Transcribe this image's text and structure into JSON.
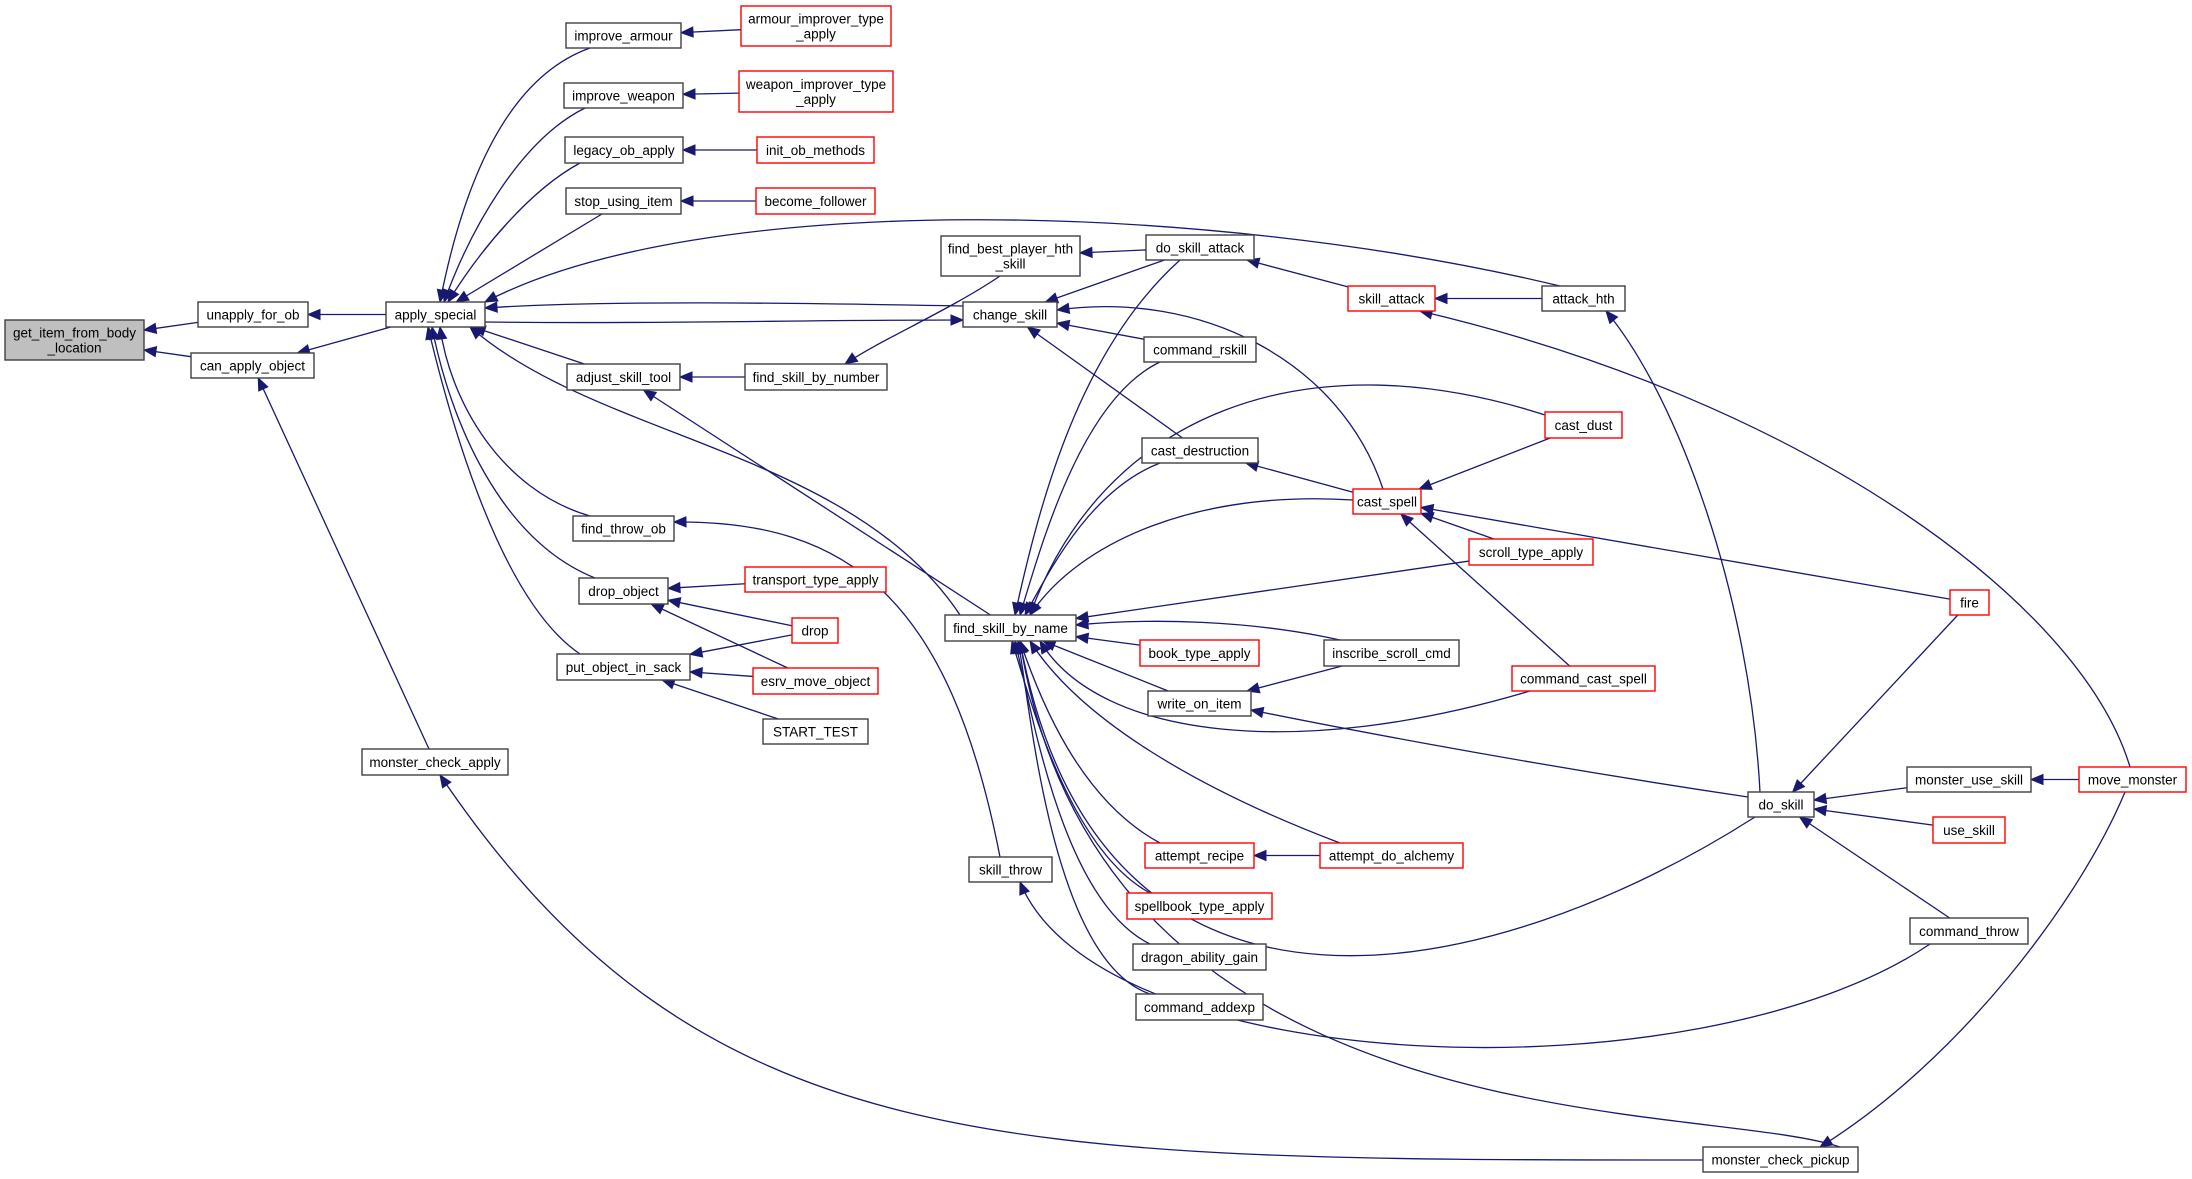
{
  "diagram": {
    "type": "call-graph",
    "colors": {
      "edge": "#191970",
      "node_border": "#404040",
      "truncated_border": "#ff0000",
      "root_fill": "#bfbfbf"
    },
    "nodes": [
      {
        "id": "get_item_from_body_location",
        "lines": [
          "get_item_from_body",
          "_location"
        ],
        "style": "root"
      },
      {
        "id": "unapply_for_ob",
        "lines": [
          "unapply_for_ob"
        ],
        "style": "normal"
      },
      {
        "id": "can_apply_object",
        "lines": [
          "can_apply_object"
        ],
        "style": "normal"
      },
      {
        "id": "apply_special",
        "lines": [
          "apply_special"
        ],
        "style": "normal"
      },
      {
        "id": "improve_armour",
        "lines": [
          "improve_armour"
        ],
        "style": "normal"
      },
      {
        "id": "improve_weapon",
        "lines": [
          "improve_weapon"
        ],
        "style": "normal"
      },
      {
        "id": "legacy_ob_apply",
        "lines": [
          "legacy_ob_apply"
        ],
        "style": "normal"
      },
      {
        "id": "stop_using_item",
        "lines": [
          "stop_using_item"
        ],
        "style": "normal"
      },
      {
        "id": "armour_improver_type_apply",
        "lines": [
          "armour_improver_type",
          "_apply"
        ],
        "style": "red"
      },
      {
        "id": "weapon_improver_type_apply",
        "lines": [
          "weapon_improver_type",
          "_apply"
        ],
        "style": "red"
      },
      {
        "id": "init_ob_methods",
        "lines": [
          "init_ob_methods"
        ],
        "style": "red"
      },
      {
        "id": "become_follower",
        "lines": [
          "become_follower"
        ],
        "style": "red"
      },
      {
        "id": "adjust_skill_tool",
        "lines": [
          "adjust_skill_tool"
        ],
        "style": "normal"
      },
      {
        "id": "find_skill_by_number",
        "lines": [
          "find_skill_by_number"
        ],
        "style": "normal"
      },
      {
        "id": "find_throw_ob",
        "lines": [
          "find_throw_ob"
        ],
        "style": "normal"
      },
      {
        "id": "drop_object",
        "lines": [
          "drop_object"
        ],
        "style": "normal"
      },
      {
        "id": "put_object_in_sack",
        "lines": [
          "put_object_in_sack"
        ],
        "style": "normal"
      },
      {
        "id": "transport_type_apply",
        "lines": [
          "transport_type_apply"
        ],
        "style": "red"
      },
      {
        "id": "drop",
        "lines": [
          "drop"
        ],
        "style": "red"
      },
      {
        "id": "esrv_move_object",
        "lines": [
          "esrv_move_object"
        ],
        "style": "red"
      },
      {
        "id": "START_TEST",
        "lines": [
          "START_TEST"
        ],
        "style": "normal"
      },
      {
        "id": "monster_check_apply",
        "lines": [
          "monster_check_apply"
        ],
        "style": "normal"
      },
      {
        "id": "find_best_player_hth_skill",
        "lines": [
          "find_best_player_hth",
          "_skill"
        ],
        "style": "normal"
      },
      {
        "id": "change_skill",
        "lines": [
          "change_skill"
        ],
        "style": "normal"
      },
      {
        "id": "do_skill_attack",
        "lines": [
          "do_skill_attack"
        ],
        "style": "normal"
      },
      {
        "id": "command_rskill",
        "lines": [
          "command_rskill"
        ],
        "style": "normal"
      },
      {
        "id": "cast_destruction",
        "lines": [
          "cast_destruction"
        ],
        "style": "normal"
      },
      {
        "id": "find_skill_by_name",
        "lines": [
          "find_skill_by_name"
        ],
        "style": "normal"
      },
      {
        "id": "skill_attack",
        "lines": [
          "skill_attack"
        ],
        "style": "red"
      },
      {
        "id": "attack_hth",
        "lines": [
          "attack_hth"
        ],
        "style": "normal"
      },
      {
        "id": "cast_dust",
        "lines": [
          "cast_dust"
        ],
        "style": "red"
      },
      {
        "id": "cast_spell",
        "lines": [
          "cast_spell"
        ],
        "style": "red"
      },
      {
        "id": "scroll_type_apply",
        "lines": [
          "scroll_type_apply"
        ],
        "style": "red"
      },
      {
        "id": "fire",
        "lines": [
          "fire"
        ],
        "style": "red"
      },
      {
        "id": "book_type_apply",
        "lines": [
          "book_type_apply"
        ],
        "style": "red"
      },
      {
        "id": "inscribe_scroll_cmd",
        "lines": [
          "inscribe_scroll_cmd"
        ],
        "style": "normal"
      },
      {
        "id": "write_on_item",
        "lines": [
          "write_on_item"
        ],
        "style": "normal"
      },
      {
        "id": "command_cast_spell",
        "lines": [
          "command_cast_spell"
        ],
        "style": "red"
      },
      {
        "id": "do_skill",
        "lines": [
          "do_skill"
        ],
        "style": "normal"
      },
      {
        "id": "monster_use_skill",
        "lines": [
          "monster_use_skill"
        ],
        "style": "normal"
      },
      {
        "id": "move_monster",
        "lines": [
          "move_monster"
        ],
        "style": "red"
      },
      {
        "id": "use_skill",
        "lines": [
          "use_skill"
        ],
        "style": "red"
      },
      {
        "id": "command_throw",
        "lines": [
          "command_throw"
        ],
        "style": "normal"
      },
      {
        "id": "attempt_recipe",
        "lines": [
          "attempt_recipe"
        ],
        "style": "red"
      },
      {
        "id": "attempt_do_alchemy",
        "lines": [
          "attempt_do_alchemy"
        ],
        "style": "red"
      },
      {
        "id": "spellbook_type_apply",
        "lines": [
          "spellbook_type_apply"
        ],
        "style": "red"
      },
      {
        "id": "dragon_ability_gain",
        "lines": [
          "dragon_ability_gain"
        ],
        "style": "normal"
      },
      {
        "id": "command_addexp",
        "lines": [
          "command_addexp"
        ],
        "style": "normal"
      },
      {
        "id": "skill_throw",
        "lines": [
          "skill_throw"
        ],
        "style": "normal"
      },
      {
        "id": "monster_check_pickup",
        "lines": [
          "monster_check_pickup"
        ],
        "style": "normal"
      }
    ],
    "edges": [
      {
        "from": "unapply_for_ob",
        "to": "get_item_from_body_location"
      },
      {
        "from": "can_apply_object",
        "to": "get_item_from_body_location"
      },
      {
        "from": "apply_special",
        "to": "unapply_for_ob"
      },
      {
        "from": "apply_special",
        "to": "can_apply_object"
      },
      {
        "from": "monster_check_apply",
        "to": "can_apply_object"
      },
      {
        "from": "improve_armour",
        "to": "apply_special"
      },
      {
        "from": "improve_weapon",
        "to": "apply_special"
      },
      {
        "from": "legacy_ob_apply",
        "to": "apply_special"
      },
      {
        "from": "stop_using_item",
        "to": "apply_special"
      },
      {
        "from": "attack_hth",
        "to": "apply_special"
      },
      {
        "from": "change_skill",
        "to": "apply_special"
      },
      {
        "from": "apply_special",
        "to": "change_skill"
      },
      {
        "from": "adjust_skill_tool",
        "to": "apply_special"
      },
      {
        "from": "find_skill_by_name",
        "to": "apply_special"
      },
      {
        "from": "find_throw_ob",
        "to": "apply_special"
      },
      {
        "from": "drop_object",
        "to": "apply_special"
      },
      {
        "from": "put_object_in_sack",
        "to": "apply_special"
      },
      {
        "from": "armour_improver_type_apply",
        "to": "improve_armour"
      },
      {
        "from": "weapon_improver_type_apply",
        "to": "improve_weapon"
      },
      {
        "from": "init_ob_methods",
        "to": "legacy_ob_apply"
      },
      {
        "from": "become_follower",
        "to": "stop_using_item"
      },
      {
        "from": "find_skill_by_number",
        "to": "adjust_skill_tool"
      },
      {
        "from": "find_skill_by_name",
        "to": "adjust_skill_tool"
      },
      {
        "from": "find_best_player_hth_skill",
        "to": "find_skill_by_number"
      },
      {
        "from": "skill_throw",
        "to": "find_throw_ob"
      },
      {
        "from": "transport_type_apply",
        "to": "drop_object"
      },
      {
        "from": "drop",
        "to": "drop_object"
      },
      {
        "from": "esrv_move_object",
        "to": "drop_object"
      },
      {
        "from": "drop",
        "to": "put_object_in_sack"
      },
      {
        "from": "esrv_move_object",
        "to": "put_object_in_sack"
      },
      {
        "from": "START_TEST",
        "to": "put_object_in_sack"
      },
      {
        "from": "monster_check_pickup",
        "to": "monster_check_apply"
      },
      {
        "from": "do_skill_attack",
        "to": "find_best_player_hth_skill"
      },
      {
        "from": "do_skill_attack",
        "to": "change_skill"
      },
      {
        "from": "cast_spell",
        "to": "change_skill"
      },
      {
        "from": "command_rskill",
        "to": "change_skill"
      },
      {
        "from": "cast_destruction",
        "to": "change_skill"
      },
      {
        "from": "skill_attack",
        "to": "do_skill_attack"
      },
      {
        "from": "do_skill_attack",
        "to": "find_skill_by_name"
      },
      {
        "from": "command_rskill",
        "to": "find_skill_by_name"
      },
      {
        "from": "cast_destruction",
        "to": "find_skill_by_name"
      },
      {
        "from": "cast_dust",
        "to": "find_skill_by_name"
      },
      {
        "from": "cast_spell",
        "to": "find_skill_by_name"
      },
      {
        "from": "scroll_type_apply",
        "to": "find_skill_by_name"
      },
      {
        "from": "inscribe_scroll_cmd",
        "to": "find_skill_by_name"
      },
      {
        "from": "book_type_apply",
        "to": "find_skill_by_name"
      },
      {
        "from": "write_on_item",
        "to": "find_skill_by_name"
      },
      {
        "from": "command_cast_spell",
        "to": "find_skill_by_name"
      },
      {
        "from": "attempt_recipe",
        "to": "find_skill_by_name"
      },
      {
        "from": "attempt_do_alchemy",
        "to": "find_skill_by_name"
      },
      {
        "from": "spellbook_type_apply",
        "to": "find_skill_by_name"
      },
      {
        "from": "dragon_ability_gain",
        "to": "find_skill_by_name"
      },
      {
        "from": "command_addexp",
        "to": "find_skill_by_name"
      },
      {
        "from": "do_skill",
        "to": "find_skill_by_name"
      },
      {
        "from": "monster_check_pickup",
        "to": "find_skill_by_name"
      },
      {
        "from": "attack_hth",
        "to": "skill_attack"
      },
      {
        "from": "move_monster",
        "to": "skill_attack"
      },
      {
        "from": "do_skill",
        "to": "attack_hth"
      },
      {
        "from": "cast_spell",
        "to": "cast_destruction"
      },
      {
        "from": "cast_dust",
        "to": "cast_spell"
      },
      {
        "from": "fire",
        "to": "cast_spell"
      },
      {
        "from": "scroll_type_apply",
        "to": "cast_spell"
      },
      {
        "from": "command_cast_spell",
        "to": "cast_spell"
      },
      {
        "from": "inscribe_scroll_cmd",
        "to": "write_on_item"
      },
      {
        "from": "do_skill",
        "to": "write_on_item"
      },
      {
        "from": "attempt_do_alchemy",
        "to": "attempt_recipe"
      },
      {
        "from": "fire",
        "to": "do_skill"
      },
      {
        "from": "monster_use_skill",
        "to": "do_skill"
      },
      {
        "from": "use_skill",
        "to": "do_skill"
      },
      {
        "from": "command_throw",
        "to": "do_skill"
      },
      {
        "from": "move_monster",
        "to": "monster_use_skill"
      },
      {
        "from": "command_throw",
        "to": "skill_throw"
      },
      {
        "from": "move_monster",
        "to": "monster_check_pickup"
      }
    ]
  }
}
